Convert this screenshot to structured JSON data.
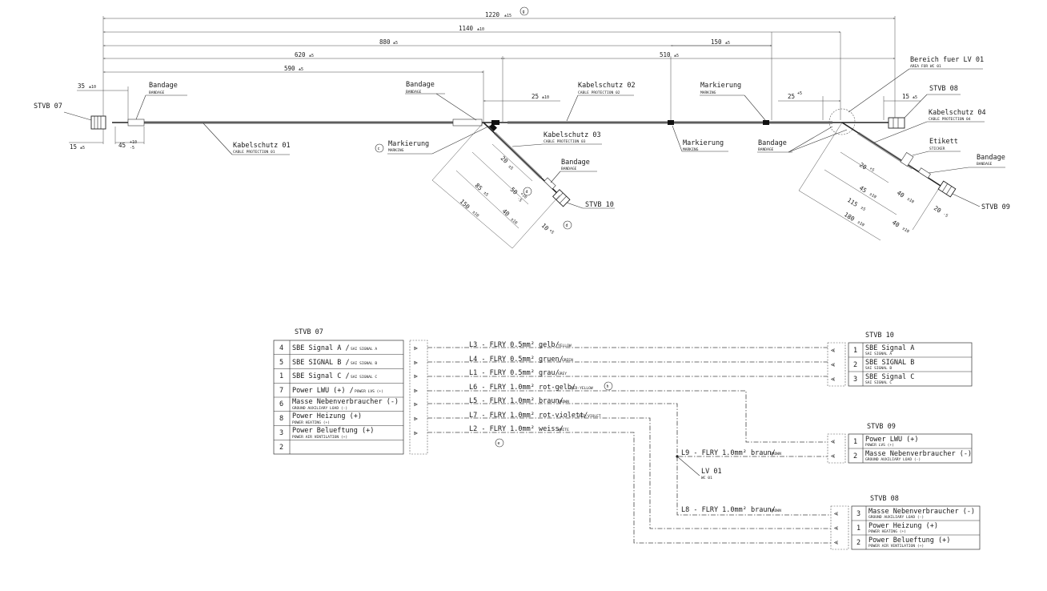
{
  "connectors": {
    "stvb07": "STVB 07",
    "stvb08": "STVB 08",
    "stvb09": "STVB 09",
    "stvb10": "STVB 10"
  },
  "callouts": {
    "bandage_de": "Bandage",
    "bandage_en": "BANDAGE",
    "kabelschutz01_de": "Kabelschutz 01",
    "kabelschutz01_en": "CABLE PROTECTION 01",
    "kabelschutz02_de": "Kabelschutz 02",
    "kabelschutz02_en": "CABLE PROTECTION 02",
    "kabelschutz03_de": "Kabelschutz 03",
    "kabelschutz03_en": "CABLE PROTECTION 03",
    "kabelschutz04_de": "Kabelschutz 04",
    "kabelschutz04_en": "CABLE PROTECTION 04",
    "markierung_de": "Markierung",
    "markierung_en": "MARKING",
    "etikett_de": "Etikett",
    "etikett_en": "STICKER",
    "bereich_de": "Bereich fuer LV 01",
    "bereich_en": "AREA FOR WC 01"
  },
  "dims": {
    "d1220": "1220",
    "t1220": "±15",
    "d1140": "1140",
    "t1140": "±10",
    "d880": "880",
    "t880": "±5",
    "d150": "150",
    "t150": "±5",
    "d620": "620",
    "t620": "±5",
    "d510": "510",
    "t510": "±5",
    "d590": "590",
    "t590": "±5",
    "d35": "35",
    "t35": "±10",
    "d25a": "25",
    "t25a": "±10",
    "d25b": "25",
    "t25b": "+5",
    "d15a": "15",
    "t15a": "±5",
    "d15b": "15",
    "t15b": "±5",
    "d45": "45",
    "t45a": "+10",
    "t45b": "-5",
    "b20": "20",
    "tb20": "±5",
    "b50": "50",
    "tb50a": "+10",
    "tb50b": "-5",
    "b85": "85",
    "tb85": "±5",
    "b150": "150",
    "tb150": "±10",
    "b40": "40",
    "tb40": "±10",
    "b10": "10",
    "tb10": "+5",
    "c20": "20",
    "tc20": "+5",
    "c45": "45",
    "tc45": "±10",
    "c40a": "40",
    "tc40a": "±10",
    "c115": "115",
    "tc115": "±5",
    "c20b": "20",
    "tc20b": "-5",
    "c180": "180",
    "tc180": "±10",
    "c40b": "40",
    "tc40b": "±10"
  },
  "markers": {
    "g": "g",
    "c": "c",
    "d": "d",
    "h": "h",
    "e": "e"
  },
  "stvb07_rows": [
    {
      "pin": "4",
      "de": "SBE Signal A / ",
      "en": "SAI SIGNAL A"
    },
    {
      "pin": "5",
      "de": "SBE SIGNAL B / ",
      "en": "SAI SIGNAL B"
    },
    {
      "pin": "1",
      "de": "SBE Signal C / ",
      "en": "SAI SIGNAL C"
    },
    {
      "pin": "7",
      "de": "Power LWU (+) / ",
      "en": "POWER LVS (+)"
    },
    {
      "pin": "6",
      "de": "Masse Nebenverbraucher (-)",
      "en": "GROUND AUXILIARY LOAD (-)"
    },
    {
      "pin": "8",
      "de": "Power Heizung (+)",
      "en": "POWER HEATING (+)"
    },
    {
      "pin": "3",
      "de": "Power Belueftung (+)",
      "en": "POWER AIR VENTILATION (+)"
    },
    {
      "pin": "2",
      "de": "",
      "en": ""
    }
  ],
  "stvb10_rows": [
    {
      "pin": "1",
      "de": "SBE Signal A",
      "en": "SAI SIGNAL A"
    },
    {
      "pin": "2",
      "de": "SBE SIGNAL B",
      "en": "SAI SIGNAL B"
    },
    {
      "pin": "3",
      "de": "SBE Signal C",
      "en": "SAI SIGNAL C"
    }
  ],
  "stvb09_rows": [
    {
      "pin": "1",
      "de": "Power LWU (+)",
      "en": "POWER LVS (+)"
    },
    {
      "pin": "2",
      "de": "Masse Nebenverbraucher (-)",
      "en": "GROUND AUXILIARY LOAD (-)"
    }
  ],
  "stvb08_rows": [
    {
      "pin": "3",
      "de": "Masse Nebenverbraucher (-)",
      "en": "GROUND AUXILIARY LOAD (-)"
    },
    {
      "pin": "1",
      "de": "Power Heizung (+)",
      "en": "POWER HEATING (+)"
    },
    {
      "pin": "2",
      "de": "Power Belueftung (+)",
      "en": "POWER AIR VENTILATION (+)"
    }
  ],
  "wires": [
    {
      "de": "L3 - FLRY 0.5mm² gelb/",
      "en": "YELLOW"
    },
    {
      "de": "L4 - FLRY 0.5mm² gruen/",
      "en": "GREEN"
    },
    {
      "de": "L1 - FLRY 0.5mm² grau/",
      "en": "GREY"
    },
    {
      "de": "L6 - FLRY 1.0mm² rot-gelb/",
      "en": "RED-YELLOW"
    },
    {
      "de": "L5 - FLRY 1.0mm² braun/",
      "en": "BROWN"
    },
    {
      "de": "L7 - FLRY 1.0mm² rot-violett/",
      "en": "RED-VIOLET"
    },
    {
      "de": "L2 - FLRY 1.0mm² weiss/",
      "en": "WHITE"
    }
  ],
  "wire_l9": {
    "de": "L9 - FLRY 1.0mm² braun/",
    "en": "BROWN"
  },
  "wire_l8": {
    "de": "L8 - FLRY 1.0mm² braun/",
    "en": "BROWN"
  },
  "lv01": {
    "de": "LV 01",
    "en": "WC 01"
  }
}
